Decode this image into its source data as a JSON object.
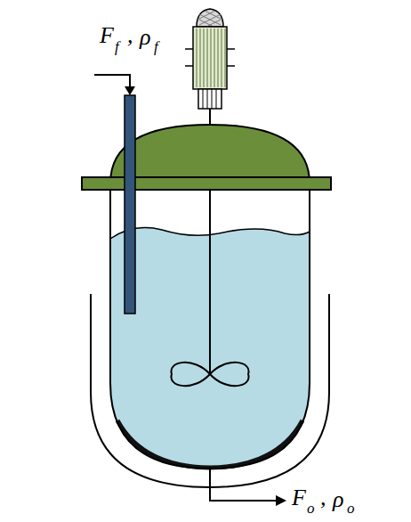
{
  "diagram": {
    "labels": [
      "F",
      "f",
      ",",
      "ρ",
      "f",
      "F",
      "o",
      ",",
      "ρ",
      "o"
    ]
  }
}
